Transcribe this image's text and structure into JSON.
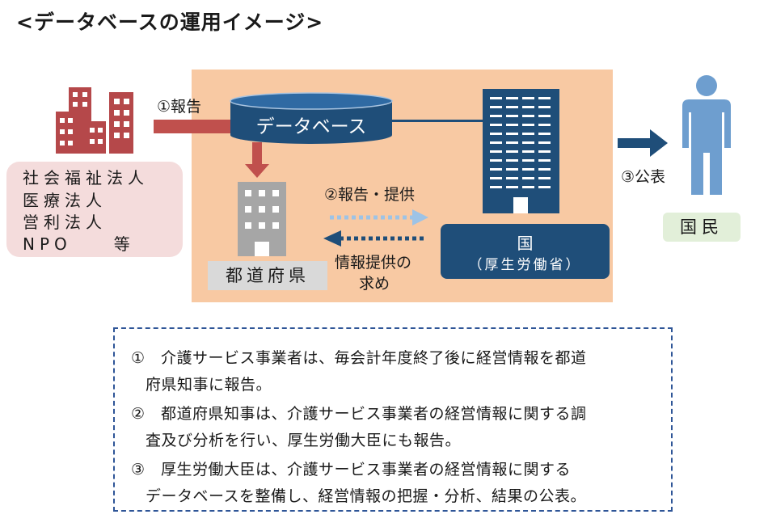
{
  "title": "<データベースの運用イメージ>",
  "database_label": "データベース",
  "providers": [
    "社会福祉法人",
    "医療法人",
    "営利法人",
    "NPO　　等"
  ],
  "prefecture_label": "都道府県",
  "government": {
    "name": "国",
    "ministry": "（厚生労働省）"
  },
  "public_label": "国民",
  "steps": {
    "report": "①報告",
    "report_provide": "②報告・提供",
    "request_line1": "情報提供の",
    "request_line2": "求め",
    "publish": "③公表"
  },
  "notes": [
    "①　介護サービス事業者は、毎会計年度終了後に経営情報を都道",
    "府県知事に報告。",
    "②　都道府県知事は、介護サービス事業者の経営情報に関する調",
    "査及び分析を行い、厚生労働大臣にも報告。",
    "③　厚生労働大臣は、介護サービス事業者の経営情報に関する",
    "データベースを整備し、経営情報の把握・分析、結果の公表。"
  ],
  "colors": {
    "flow_area": "#f8c9a3",
    "provider_box": "#f4dcdc",
    "provider_buildings": "#b5484a",
    "database": "#1f4e79",
    "government": "#1f4e79",
    "person": "#6e9ecf",
    "note_border": "#2e5597"
  }
}
